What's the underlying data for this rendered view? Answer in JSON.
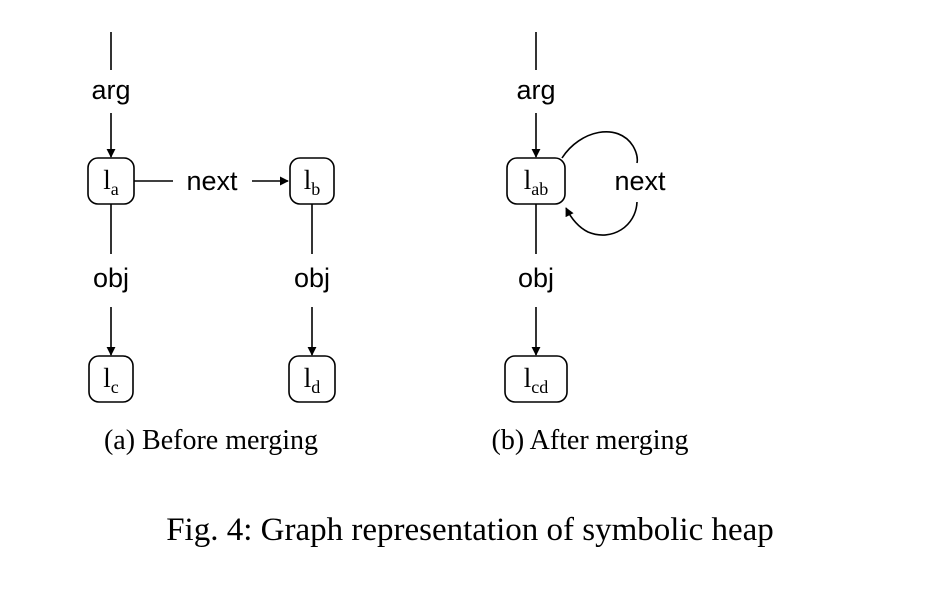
{
  "diagram": {
    "panel_a": {
      "edge_arg": "arg",
      "edge_next": "next",
      "edge_obj_left": "obj",
      "edge_obj_right": "obj",
      "node_la": {
        "base": "l",
        "sub": "a"
      },
      "node_lb": {
        "base": "l",
        "sub": "b"
      },
      "node_lc": {
        "base": "l",
        "sub": "c"
      },
      "node_ld": {
        "base": "l",
        "sub": "d"
      },
      "caption": "(a) Before merging"
    },
    "panel_b": {
      "edge_arg": "arg",
      "edge_next": "next",
      "edge_obj": "obj",
      "node_lab": {
        "base": "l",
        "sub": "ab"
      },
      "node_lcd": {
        "base": "l",
        "sub": "cd"
      },
      "caption": "(b) After merging"
    },
    "figure_caption": "Fig. 4: Graph representation of symbolic heap"
  }
}
